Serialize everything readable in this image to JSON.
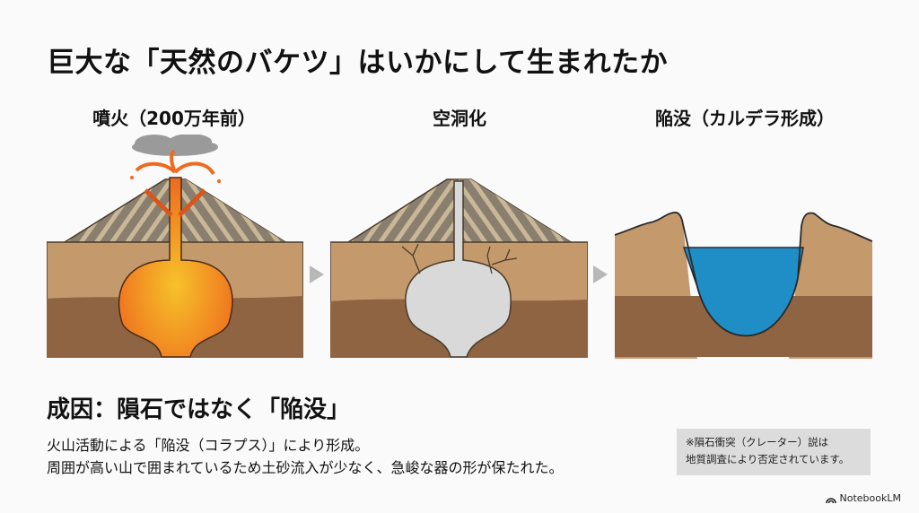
{
  "title": "巨大な「天然のバケツ」はいかにして生まれたか",
  "steps": [
    {
      "label": "噴火（200万年前）",
      "illustration": "erupting-volcano-with-magma-chamber"
    },
    {
      "label": "空洞化",
      "illustration": "volcano-with-empty-chamber"
    },
    {
      "label": "陥没（カルデラ形成）",
      "illustration": "caldera-lake"
    }
  ],
  "section": {
    "title": "成因：隕石ではなく「陥没」",
    "lines": [
      "火山活動による「陥没（コラプス）」により形成。",
      "周囲が高い山で囲まれているため土砂流入が少なく、急峻な器の形が保たれた。"
    ]
  },
  "note": {
    "line1": "※隕石衝突（クレーター）説は",
    "line2": "地質調査により否定されています。"
  },
  "brand": {
    "label": "NotebookLM",
    "icon": "notebooklm-logo-icon"
  },
  "colors": {
    "soil_upper": "#c49a6c",
    "soil_lower": "#8e6442",
    "magma": "#f07a1a",
    "cavity": "#d9d9d9",
    "water": "#1f8ec6",
    "cone": "#8a7e6e",
    "cloud": "#9a9a9a",
    "arrow": "#b8b8b8",
    "note_bg": "#dcdcdc"
  }
}
